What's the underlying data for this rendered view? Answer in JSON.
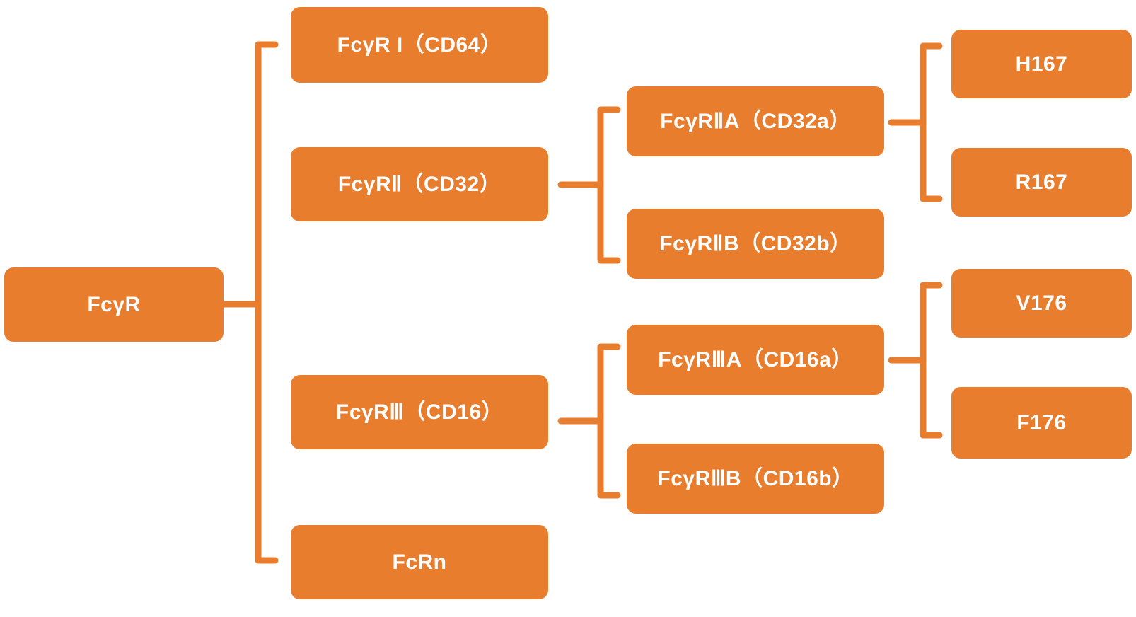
{
  "diagram": {
    "title": "Fc gamma receptor family classification tree",
    "accent_color": "#E87D2E",
    "background_color": "#FFFFFF",
    "label_color": "#FFFFFF"
  },
  "nodes": {
    "root": {
      "label": "FcγR"
    },
    "level2": [
      {
        "label": "FcγR I（CD64）"
      },
      {
        "label": "FcγRⅡ（CD32）"
      },
      {
        "label": "FcγRⅢ（CD16）"
      },
      {
        "label": "FcRn"
      }
    ],
    "level3": [
      {
        "label": "FcγRⅡA（CD32a）"
      },
      {
        "label": "FcγRⅡB（CD32b）"
      },
      {
        "label": "FcγRⅢA（CD16a）"
      },
      {
        "label": "FcγRⅢB（CD16b）"
      }
    ],
    "level4": [
      {
        "label": "H167"
      },
      {
        "label": "R167"
      },
      {
        "label": "V176"
      },
      {
        "label": "F176"
      }
    ]
  },
  "connectors": [
    {
      "name": "root-to-level2-bracket",
      "from": "FcγR",
      "to": [
        "FcγR I（CD64）",
        "FcγRⅡ（CD32）",
        "FcγRⅢ（CD16）",
        "FcRn"
      ]
    },
    {
      "name": "cd32-bracket",
      "from": "FcγRⅡ（CD32）",
      "to": [
        "FcγRⅡA（CD32a）",
        "FcγRⅡB（CD32b）"
      ]
    },
    {
      "name": "cd16-bracket",
      "from": "FcγRⅢ（CD16）",
      "to": [
        "FcγRⅢA（CD16a）",
        "FcγRⅢB（CD16b）"
      ]
    },
    {
      "name": "cd32a-bracket",
      "from": "FcγRⅡA（CD32a）",
      "to": [
        "H167",
        "R167"
      ]
    },
    {
      "name": "cd16a-bracket",
      "from": "FcγRⅢA（CD16a）",
      "to": [
        "V176",
        "F176"
      ]
    }
  ]
}
